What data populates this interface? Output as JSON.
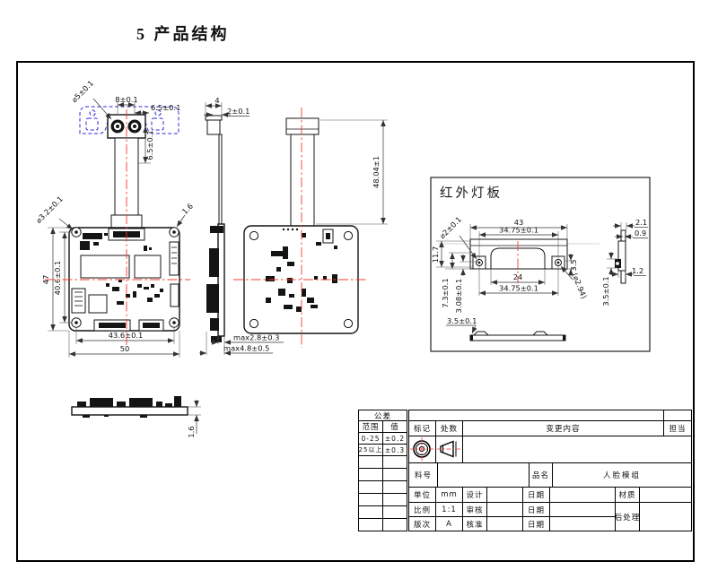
{
  "page": {
    "title": "5  产品结构"
  },
  "colors": {
    "line": "#141414",
    "centerline": "#f43b2e",
    "bracket_blue": "#2b2bd6"
  },
  "views": {
    "camera": {
      "w8": "8±0.1",
      "w65": "6.5±0.1",
      "h65": "6.5±0.1",
      "hole": "⌀5±0.1"
    },
    "side_top": {
      "d4": "4",
      "d2": "2±0.1"
    },
    "front": {
      "hole": "⌀3.2±0.1",
      "corner": "1.6",
      "h47": "47",
      "h406": "40.6±0.1",
      "w436": "43.6±0.1",
      "w50": "50"
    },
    "side": {
      "max1": "max2.8±0.3",
      "max2": "max4.8±0.5"
    },
    "back": {
      "cable": "48.04±1"
    },
    "profile": {
      "t16": "1.6"
    }
  },
  "ir": {
    "title": "红外灯板",
    "w43": "43",
    "wt": "34.75±0.1",
    "w24": "24",
    "wb": "34.75±0.1",
    "h117": "11.7",
    "h73": "7.3±0.1",
    "h308": "3.08±0.1",
    "h35": "3.5",
    "hole": "⌀2±0.1",
    "hole2": "(⌀2.94)",
    "s21": "2.1",
    "s09": "0.9",
    "s12": "1.2",
    "s35": "3.5±0.1",
    "b35": "3.5±0.1"
  },
  "tolerance_table": {
    "header": "公差",
    "col_range": "范围",
    "col_value": "值",
    "rows": [
      {
        "range": "0-25",
        "value": "±0.2"
      },
      {
        "range": "25以上",
        "value": "±0.3"
      }
    ]
  },
  "title_block": {
    "mark": "标记",
    "count": "处数",
    "change": "变更内容",
    "owner": "担当",
    "part_no_label": "料号",
    "name_label": "品名",
    "product_name": "人脸模组",
    "unit_label": "单位",
    "unit_value": "mm",
    "design_label": "设计",
    "date_label": "日期",
    "material_label": "材质",
    "scale_label": "比例",
    "scale_value": "1:1",
    "review_label": "审核",
    "post_label": "后处理",
    "rev_label": "版次",
    "rev_value": "A",
    "approve_label": "核准"
  }
}
